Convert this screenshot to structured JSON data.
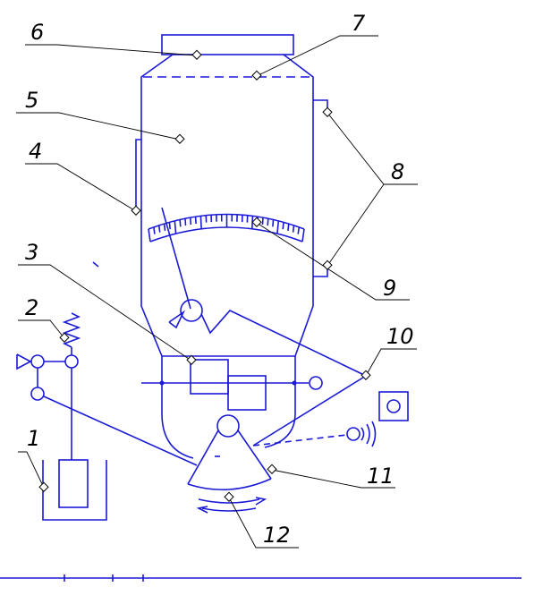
{
  "diagram": {
    "colors": {
      "drawing": "#1a1ad6",
      "leaders": "#000000",
      "background": "#ffffff"
    },
    "callouts": [
      {
        "id": "c1",
        "label": "1"
      },
      {
        "id": "c2",
        "label": "2"
      },
      {
        "id": "c3",
        "label": "3"
      },
      {
        "id": "c4",
        "label": "4"
      },
      {
        "id": "c5",
        "label": "5"
      },
      {
        "id": "c6",
        "label": "6"
      },
      {
        "id": "c7",
        "label": "7"
      },
      {
        "id": "c8",
        "label": "8"
      },
      {
        "id": "c9",
        "label": "9"
      },
      {
        "id": "c10",
        "label": "10"
      },
      {
        "id": "c11",
        "label": "11"
      },
      {
        "id": "c12",
        "label": "12"
      }
    ]
  }
}
